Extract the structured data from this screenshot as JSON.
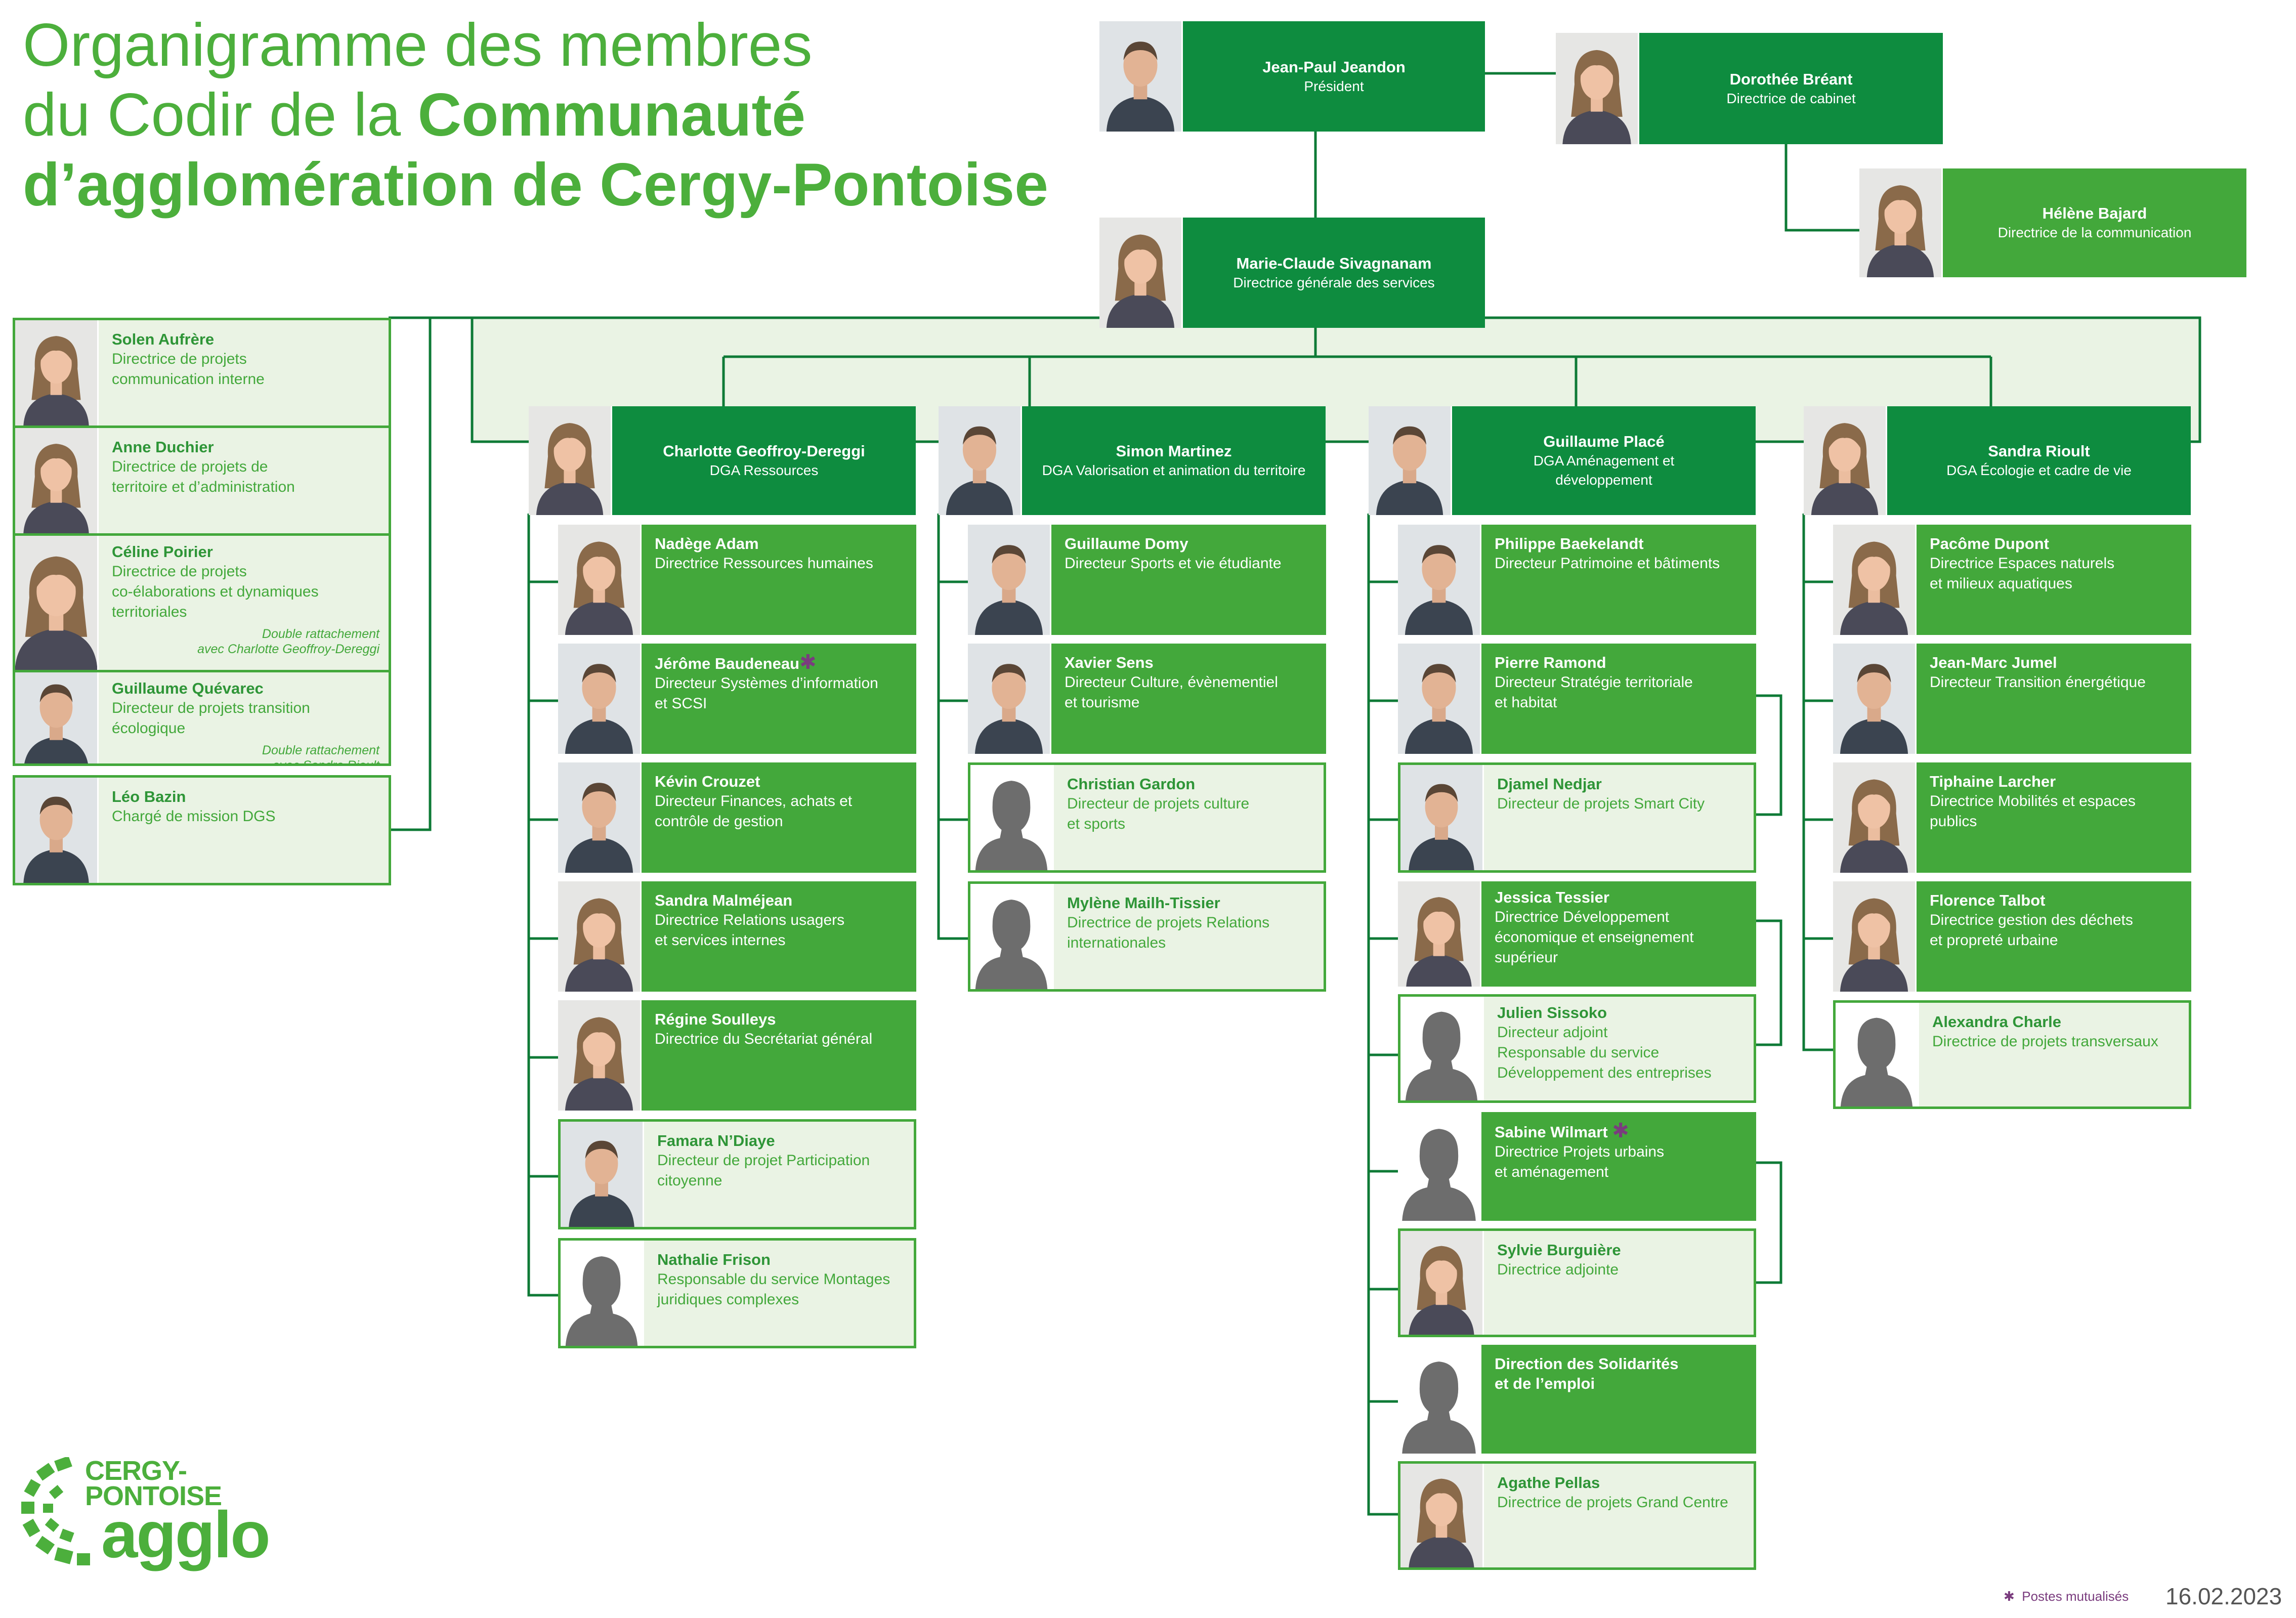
{
  "title": {
    "line1": "Organigramme des membres",
    "line2_plain": "du Codir de la ",
    "line2_bold": "Communauté",
    "line3_bold": "d’agglomération de Cergy-Pontoise"
  },
  "colors": {
    "dark_green": "#0E8C3F",
    "green": "#43A83B",
    "light_green": "#EAF3E4",
    "connector": "#0E7A36",
    "accent_purple": "#7A3C7E"
  },
  "top": {
    "president": {
      "name": "Jean-Paul Jeandon",
      "role": "Président"
    },
    "cabinet": {
      "name": "Dorothée Bréant",
      "role": "Directrice de cabinet"
    },
    "communication": {
      "name": "Hélène Bajard",
      "role": "Directrice de la communication"
    },
    "dgs": {
      "name": "Marie-Claude Sivagnanam",
      "role": "Directrice générale des services"
    }
  },
  "staff": [
    {
      "name": "Solen Aufrère",
      "role1": "Directrice de projets",
      "role2": "communication interne"
    },
    {
      "name": "Anne Duchier",
      "role1": "Directrice de projets de",
      "role2": "territoire et d’administration"
    },
    {
      "name": "Céline Poirier",
      "role1": "Directrice de projets",
      "role2": "co-élaborations et dynamiques",
      "role3": "territoriales",
      "note1": "Double rattachement",
      "note2": "avec Charlotte Geoffroy-Dereggi"
    },
    {
      "name": "Guillaume Quévarec",
      "role1": "Directeur de projets transition écologique",
      "note1": "Double rattachement",
      "note2": "avec Sandra Rioult"
    },
    {
      "name": "Léo Bazin",
      "role1": "Chargé de mission DGS"
    }
  ],
  "dga": [
    {
      "name": "Charlotte Geoffroy-Dereggi",
      "role": "DGA Ressources",
      "members": [
        {
          "name": "Nadège Adam",
          "role1": "Directrice Ressources humaines"
        },
        {
          "name": "Jérôme Baudeneau",
          "star": "✱",
          "role1": "Directeur Systèmes d’information",
          "role2": "et SCSI"
        },
        {
          "name": "Kévin Crouzet",
          "role1": "Directeur Finances, achats et",
          "role2": "contrôle de gestion"
        },
        {
          "name": "Sandra Malméjean",
          "role1": "Directrice Relations usagers",
          "role2": "et services internes"
        },
        {
          "name": "Régine Soulleys",
          "role1": "Directrice du Secrétariat général"
        },
        {
          "name": "Famara N’Diaye",
          "role1": "Directeur de projet Participation",
          "role2": "citoyenne"
        },
        {
          "name": "Nathalie Frison",
          "role1": "Responsable du service Montages",
          "role2": "juridiques complexes"
        }
      ]
    },
    {
      "name": "Simon Martinez",
      "role": "DGA Valorisation et animation du territoire",
      "members": [
        {
          "name": "Guillaume Domy",
          "role1": "Directeur Sports et vie étudiante"
        },
        {
          "name": "Xavier Sens",
          "role1": "Directeur Culture, évènementiel",
          "role2": "et tourisme"
        },
        {
          "name": "Christian Gardon",
          "role1": "Directeur de projets culture",
          "role2": "et sports"
        },
        {
          "name": "Mylène Mailh-Tissier",
          "role1": "Directrice de projets Relations",
          "role2": "internationales"
        }
      ]
    },
    {
      "name": "Guillaume Placé",
      "role": "DGA Aménagement et",
      "role2": "développement",
      "members": [
        {
          "name": "Philippe Baekelandt",
          "role1": "Directeur Patrimoine et bâtiments"
        },
        {
          "name": "Pierre Ramond",
          "role1": "Directeur Stratégie territoriale",
          "role2": "et habitat"
        },
        {
          "name": "Djamel Nedjar",
          "role1": "Directeur de projets Smart City"
        },
        {
          "name": "Jessica Tessier",
          "role1": "Directrice Développement",
          "role2": "économique et enseignement",
          "role3": "supérieur"
        },
        {
          "name": "Julien Sissoko",
          "role1": "Directeur adjoint",
          "role2": "Responsable du service",
          "role3": "Développement des entreprises"
        },
        {
          "name": "Sabine Wilmart",
          "star": "✱",
          "role1": "Directrice Projets urbains",
          "role2": "et aménagement"
        },
        {
          "name": "Sylvie Burguière",
          "role1": "Directrice adjointe"
        },
        {
          "name": "Direction des Solidarités",
          "role1": "et de l’emploi"
        },
        {
          "name": "Agathe Pellas",
          "role1": "Directrice de projets Grand Centre"
        }
      ]
    },
    {
      "name": "Sandra Rioult",
      "role": "DGA Écologie et cadre de vie",
      "members": [
        {
          "name": "Pacôme Dupont",
          "role1": "Directrice Espaces naturels",
          "role2": "et milieux aquatiques"
        },
        {
          "name": "Jean-Marc Jumel",
          "role1": "Directeur Transition énergétique"
        },
        {
          "name": "Tiphaine Larcher",
          "role1": "Directrice Mobilités et espaces",
          "role2": "publics"
        },
        {
          "name": "Florence Talbot",
          "role1": "Directrice gestion des déchets",
          "role2": "et propreté urbaine"
        },
        {
          "name": "Alexandra Charle",
          "role1": "Directrice de projets transversaux"
        }
      ]
    }
  ],
  "logo": {
    "line1": "CERGY-",
    "line2": "PONTOISE",
    "line3": "agglo"
  },
  "footer": {
    "star": "✱",
    "note": "Postes mutualisés",
    "date": "16.02.2023"
  }
}
